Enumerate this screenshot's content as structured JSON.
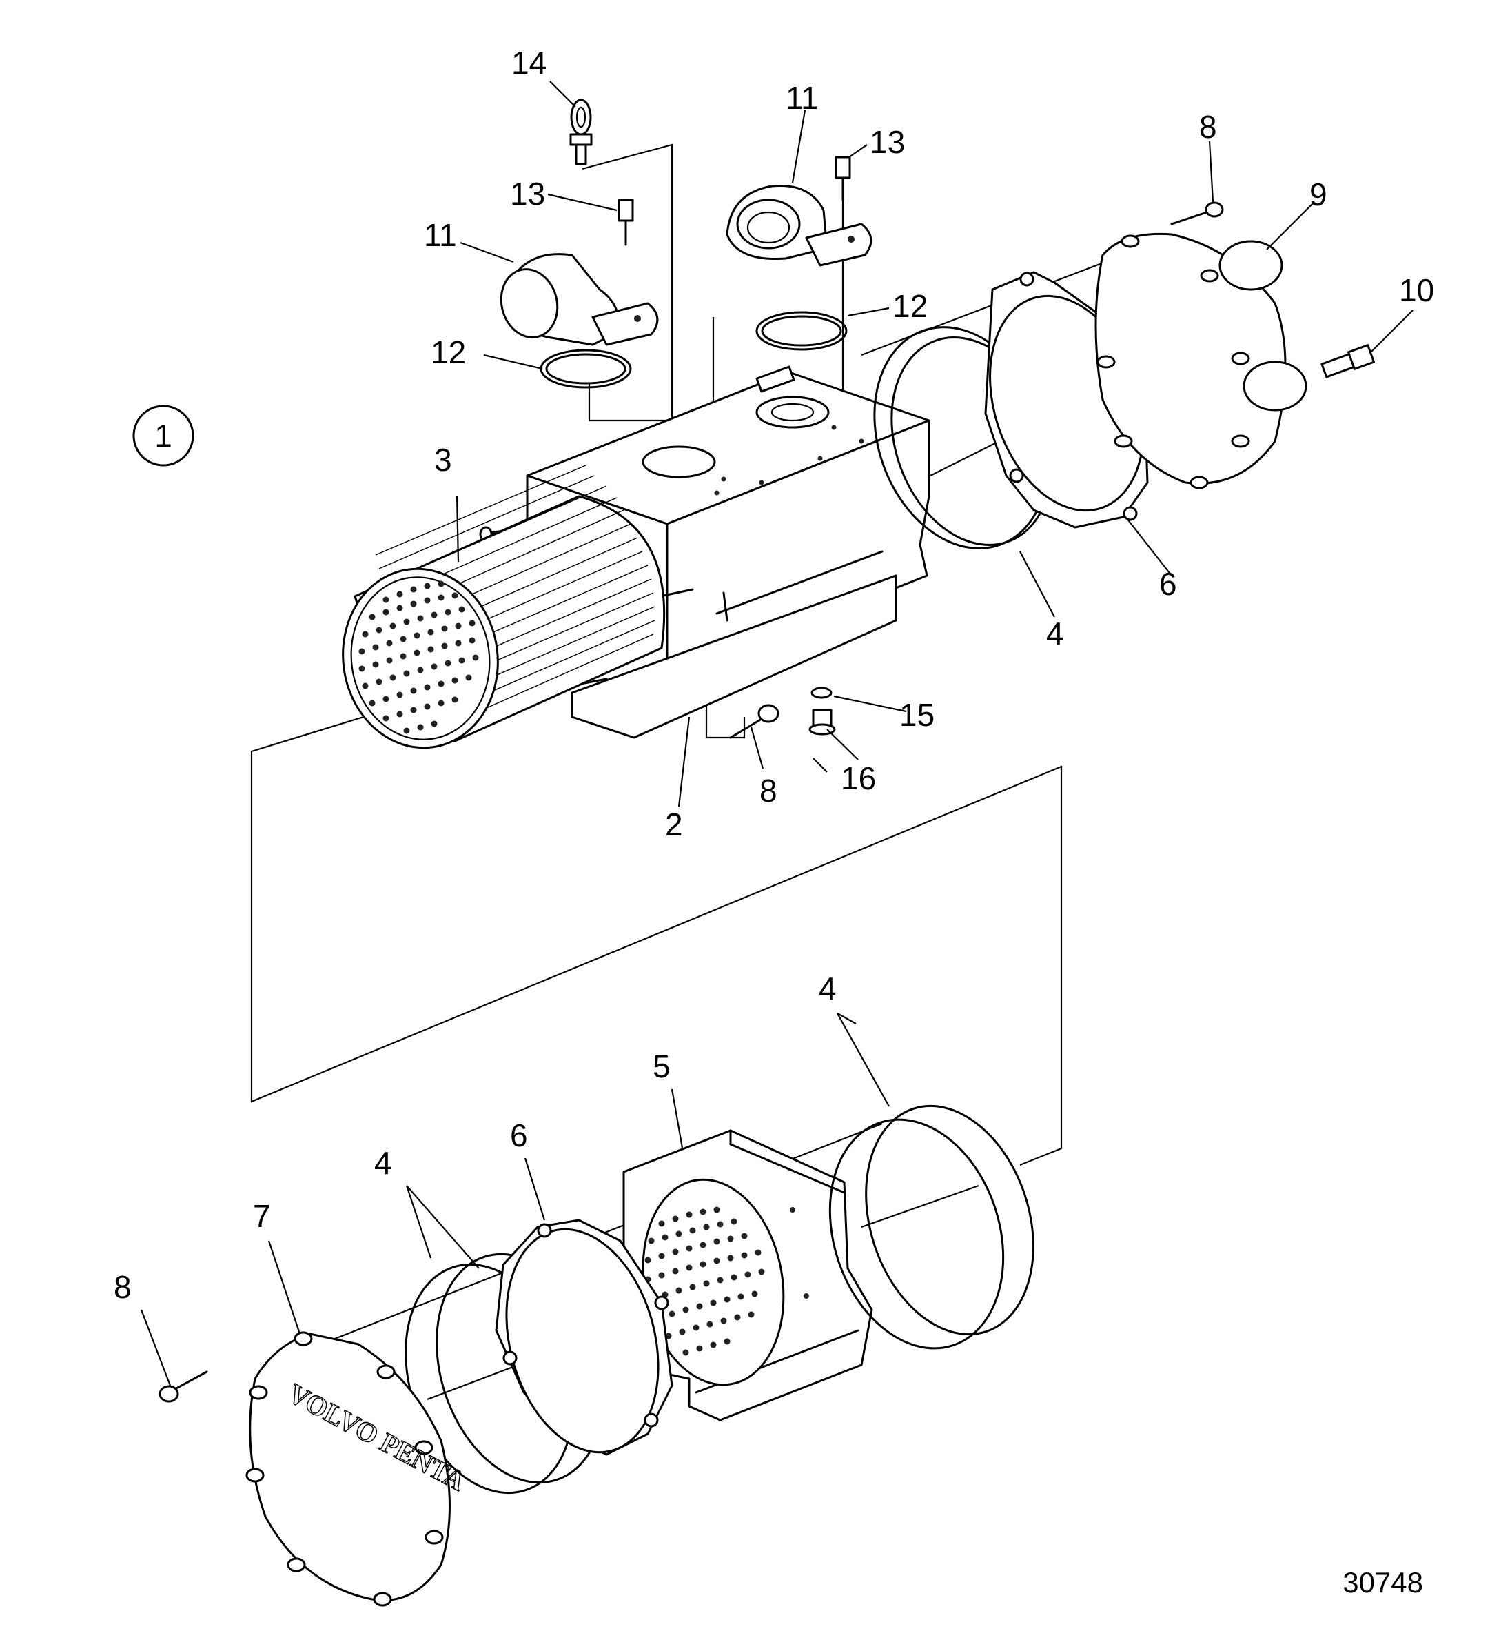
{
  "diagram": {
    "circle_label": "1",
    "doc_number": "30748",
    "callouts": {
      "c2": "2",
      "c3": "3",
      "c4a": "4",
      "c4b": "4",
      "c4c": "4",
      "c5": "5",
      "c6a": "6",
      "c6b": "6",
      "c7": "7",
      "c8a": "8",
      "c8b": "8",
      "c8c": "8",
      "c9": "9",
      "c10": "10",
      "c11a": "11",
      "c11b": "11",
      "c12a": "12",
      "c12b": "12",
      "c13a": "13",
      "c13b": "13",
      "c14": "14",
      "c15": "15",
      "c16": "16"
    },
    "logo_text": "VOLVO PENTA"
  }
}
